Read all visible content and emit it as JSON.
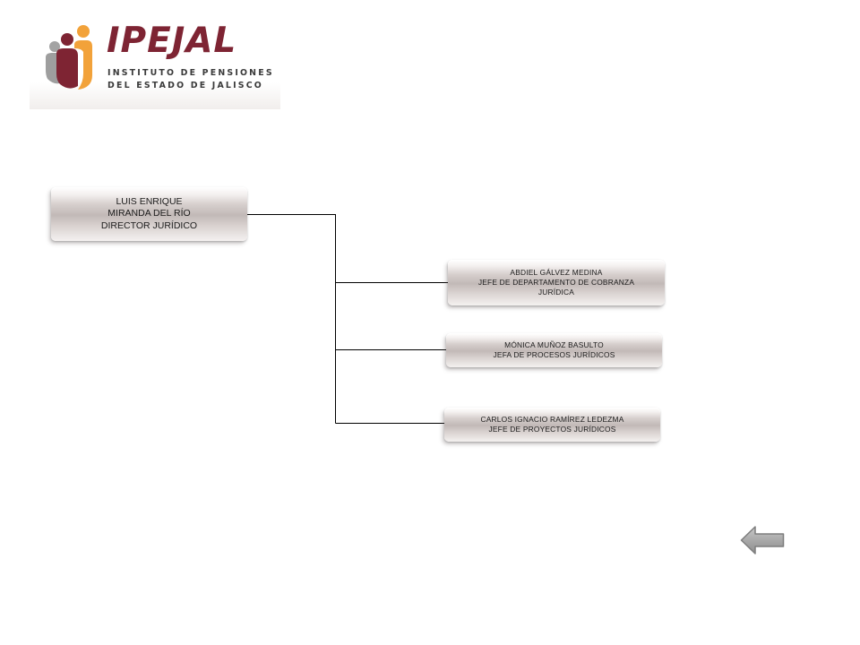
{
  "logo": {
    "name": "IPEJAL",
    "subtitle_line1": "INSTITUTO DE PENSIONES",
    "subtitle_line2": "DEL ESTADO DE JALISCO",
    "colors": {
      "maroon": "#7e2433",
      "orange": "#f2a23a",
      "gray": "#9a9a9a"
    }
  },
  "org_chart": {
    "director": {
      "name_line1": "LUIS ENRIQUE",
      "name_line2": "MIRANDA DEL RÍO",
      "title": "DIRECTOR JURÍDICO"
    },
    "subordinates": [
      {
        "name": "ABDIEL GÁLVEZ MEDINA",
        "title": "JEFE DE DEPARTAMENTO DE  COBRANZA JURÍDICA"
      },
      {
        "name": "MÓNICA MUÑOZ BASULTO",
        "title": "JEFA DE PROCESOS JURÍDICOS"
      },
      {
        "name": "CARLOS IGNACIO RAMÍREZ LEDEZMA",
        "title": "JEFE DE PROYECTOS JURÍDICOS"
      }
    ]
  },
  "navigation": {
    "back_icon": "left-arrow-icon",
    "arrow_color": "#a9a9a9"
  }
}
